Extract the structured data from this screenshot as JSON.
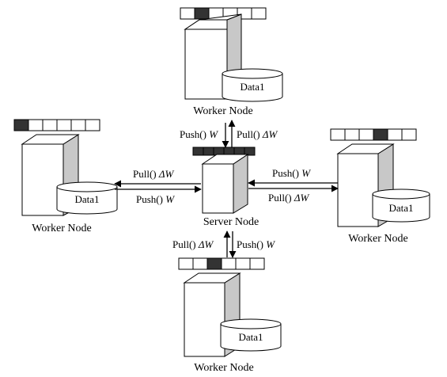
{
  "server": {
    "name": "Server Node",
    "params": {
      "cells": 6,
      "highlighted": [
        0,
        1,
        2,
        3,
        4,
        5
      ]
    }
  },
  "workers": [
    {
      "id": "top",
      "name": "Worker Node",
      "data_label": "Data1",
      "params": {
        "cells": 6,
        "highlighted": [
          1
        ]
      }
    },
    {
      "id": "left",
      "name": "Worker Node",
      "data_label": "Data1",
      "params": {
        "cells": 6,
        "highlighted": [
          0
        ]
      }
    },
    {
      "id": "right",
      "name": "Worker Node",
      "data_label": "Data1",
      "params": {
        "cells": 6,
        "highlighted": [
          3
        ]
      }
    },
    {
      "id": "bottom",
      "name": "Worker Node",
      "data_label": "Data1",
      "params": {
        "cells": 6,
        "highlighted": [
          2
        ]
      }
    }
  ],
  "links": [
    {
      "id": "top",
      "push": {
        "fn": "Push()",
        "var": "W"
      },
      "pull": {
        "fn": "Pull()",
        "var": "ΔW"
      }
    },
    {
      "id": "left",
      "pull": {
        "fn": "Pull()",
        "var": "ΔW"
      },
      "push": {
        "fn": "Push()",
        "var": "W"
      }
    },
    {
      "id": "right",
      "push": {
        "fn": "Push()",
        "var": "W"
      },
      "pull": {
        "fn": "Pull()",
        "var": "ΔW"
      }
    },
    {
      "id": "bottom",
      "pull": {
        "fn": "Pull()",
        "var": "ΔW"
      },
      "push": {
        "fn": "Push()",
        "var": "W"
      }
    }
  ],
  "colors": {
    "front": "#ffffff",
    "side": "#c8c8c8",
    "cell_dark": "#333333",
    "stroke": "#000000"
  }
}
